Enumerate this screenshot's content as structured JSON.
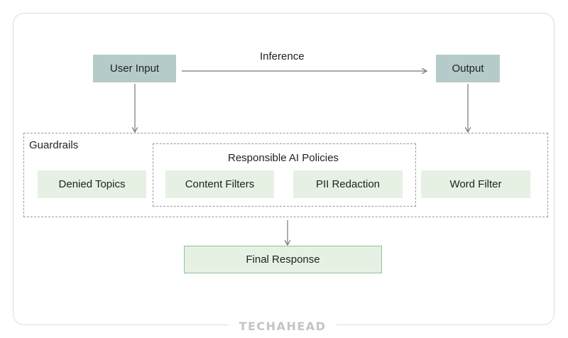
{
  "diagram": {
    "nodes": {
      "user_input": "User Input",
      "output": "Output",
      "denied_topics": "Denied Topics",
      "content_filters": "Content Filters",
      "pii_redaction": "PII Redaction",
      "word_filter": "Word Filter",
      "final_response": "Final Response"
    },
    "groups": {
      "guardrails": "Guardrails",
      "responsible_ai": "Responsible AI Policies"
    },
    "edges": {
      "inference": "Inference"
    }
  },
  "brand": {
    "logo_text": "TECHAHEAD"
  },
  "colors": {
    "top_node_fill": "#b5cbc9",
    "policy_node_fill": "#e6f1e4",
    "final_node_border": "#8fc39a",
    "arrow": "#777777"
  }
}
